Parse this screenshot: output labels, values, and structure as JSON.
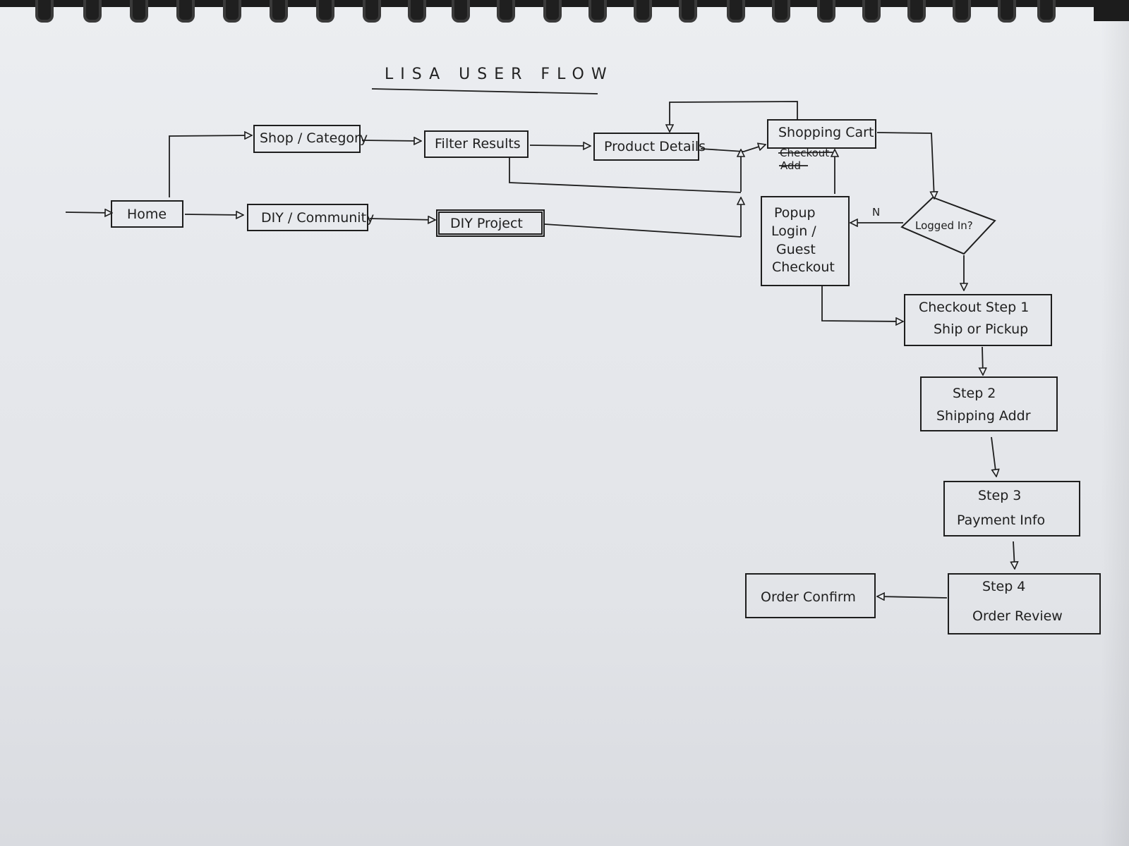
{
  "title": "LISA USER FLOW",
  "nodes": {
    "home": "Home",
    "shop_category": "Shop / Category",
    "filter_results": "Filter Results",
    "product_details": "Product Details",
    "shopping_cart": "Shopping Cart",
    "cart_strike_1": "Checkout",
    "cart_strike_2": "Add",
    "diy_community": "DIY / Community",
    "diy_project": "DIY Project",
    "logged_in": "Logged In?",
    "popup_line1": "Popup",
    "popup_line2": "Login /",
    "popup_line3": "Guest",
    "popup_line4": "Checkout",
    "step1_line1": "Checkout Step 1",
    "step1_line2": "Ship or Pickup",
    "step2_line1": "Step 2",
    "step2_line2": "Shipping Addr",
    "step3_line1": "Step 3",
    "step3_line2": "Payment Info",
    "step4_line1": "Step 4",
    "step4_line2": "Order Review",
    "order_confirm": "Order Confirm"
  },
  "edge_labels": {
    "no": "N"
  }
}
